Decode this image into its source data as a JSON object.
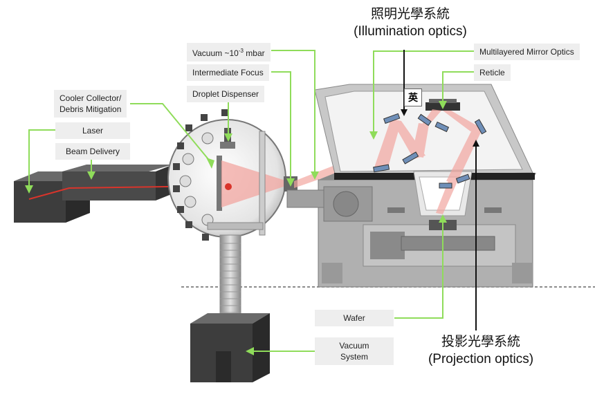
{
  "labels": {
    "vacuum_pressure": "Vacuum ~10",
    "vacuum_pressure_exp": "-3",
    "vacuum_pressure_unit": " mbar",
    "intermediate_focus": "Intermediate Focus",
    "droplet_dispenser": "Droplet Dispenser",
    "cooler_collector_line1": "Cooler Collector/",
    "cooler_collector_line2": "Debris Mitigation",
    "laser": "Laser",
    "beam_delivery": "Beam Delivery",
    "multilayered_mirror_optics": "Multilayered Mirror Optics",
    "reticle": "Reticle",
    "wafer": "Wafer",
    "vacuum_system_line1": "Vacuum",
    "vacuum_system_line2": "System"
  },
  "annotations": {
    "illumination_cn": "照明光學系統",
    "illumination_en": "(Illumination optics)",
    "projection_cn": "投影光學系統",
    "projection_en": "(Projection optics)",
    "ying_mark": "英"
  },
  "colors": {
    "leader_line": "#8fdc5a",
    "beam_light": "#f2a6a0",
    "laser_beam": "#d9342b",
    "dark_box": "#3d3d3d",
    "machine_gray": "#9a9a9a"
  }
}
